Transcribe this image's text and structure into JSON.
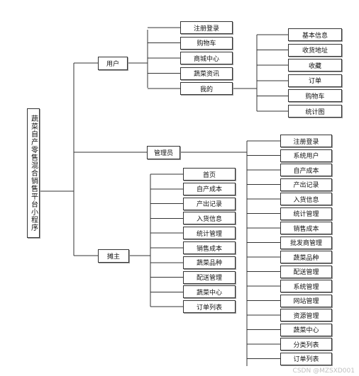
{
  "root": "蔬菜自产零售混合销售平台小程序",
  "roles": {
    "user": "用户",
    "admin": "管理员",
    "farmer": "摊主"
  },
  "user_items": [
    "注册登录",
    "购物车",
    "商城中心",
    "蔬菜资讯",
    "我的"
  ],
  "mine_items": [
    "基本信息",
    "收货地址",
    "收藏",
    "订单",
    "购物车",
    "统计图"
  ],
  "admin_items": [
    "注册登录",
    "系统用户",
    "自产成本",
    "产出记录",
    "入货信息",
    "统计管理",
    "销售成本",
    "批发商管理",
    "蔬菜品种",
    "配送管理",
    "系统管理",
    "网站管理",
    "资源管理",
    "蔬菜中心",
    "分类列表",
    "订单列表"
  ],
  "farmer_items": [
    "首页",
    "自产成本",
    "产出记录",
    "入货信息",
    "统计管理",
    "销售成本",
    "蔬菜品种",
    "配送管理",
    "蔬菜中心",
    "订单列表"
  ],
  "watermark": "CSDN @MZSXD001",
  "colors": {
    "line": "#333333",
    "border": "#333333",
    "shadow": "#9a9a9a"
  }
}
